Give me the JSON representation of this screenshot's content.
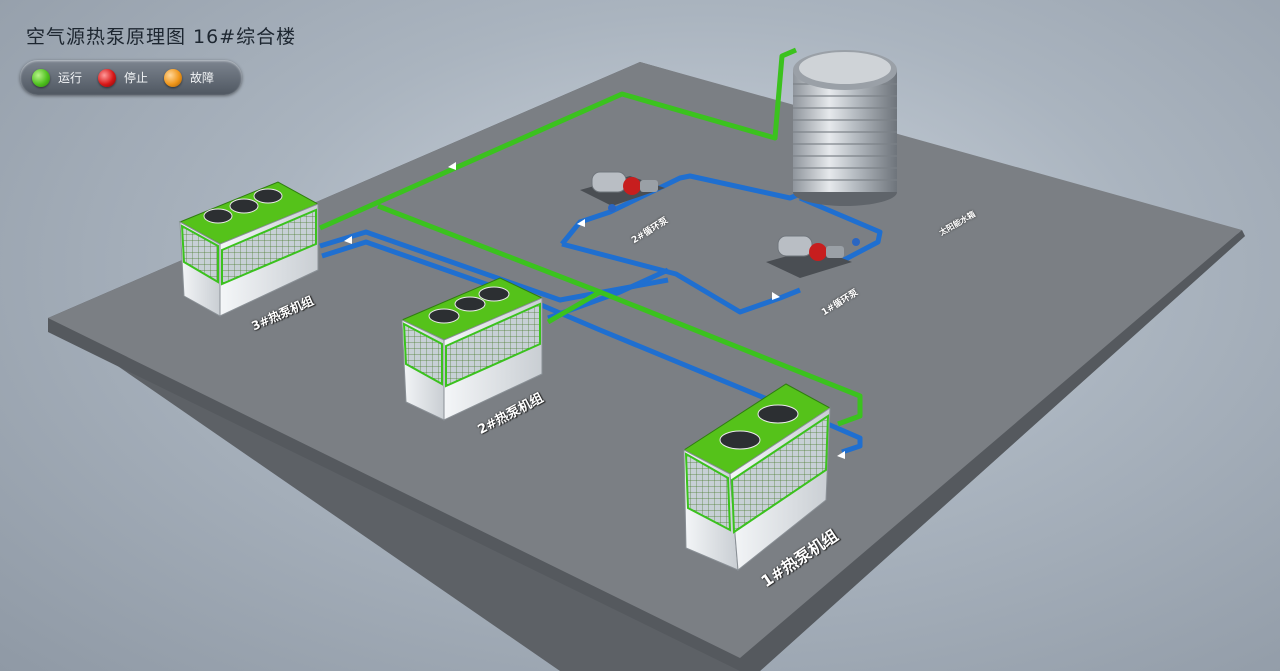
{
  "title": "空气源热泵原理图 16#综合楼",
  "legend": [
    {
      "label": "运行",
      "color": "#4fc21f"
    },
    {
      "label": "停止",
      "color": "#d81818"
    },
    {
      "label": "故障",
      "color": "#f0961a"
    }
  ],
  "colors": {
    "platform": "#7b7f84",
    "hot_pipe": "#3bc21e",
    "cold_pipe": "#1f6fd0",
    "unit_body": "#55c21a",
    "tank": "#b9bec4"
  },
  "units": [
    {
      "label": "1#热泵机组",
      "status": "running"
    },
    {
      "label": "2#热泵机组",
      "status": "running"
    },
    {
      "label": "3#热泵机组",
      "status": "running"
    }
  ],
  "pumps": [
    {
      "label": "1#循环泵"
    },
    {
      "label": "2#循环泵"
    }
  ],
  "tank": {
    "label": "太阳能水箱"
  }
}
